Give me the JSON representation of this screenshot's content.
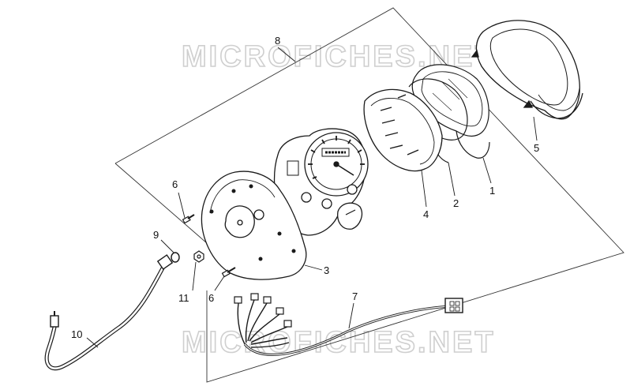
{
  "watermarks": [
    "MICROFICHES.NET",
    "MICROFICHES.NET"
  ],
  "callouts": [
    {
      "id": "1",
      "label": "1"
    },
    {
      "id": "2",
      "label": "2"
    },
    {
      "id": "3",
      "label": "3"
    },
    {
      "id": "4",
      "label": "4"
    },
    {
      "id": "5",
      "label": "5"
    },
    {
      "id": "6a",
      "label": "6"
    },
    {
      "id": "6b",
      "label": "6"
    },
    {
      "id": "7",
      "label": "7"
    },
    {
      "id": "8",
      "label": "8"
    },
    {
      "id": "9",
      "label": "9"
    },
    {
      "id": "10",
      "label": "10"
    },
    {
      "id": "11",
      "label": "11"
    }
  ],
  "colors": {
    "line": "#1a1a1a",
    "watermark_stroke": "#cfcfcf",
    "background": "#ffffff"
  }
}
